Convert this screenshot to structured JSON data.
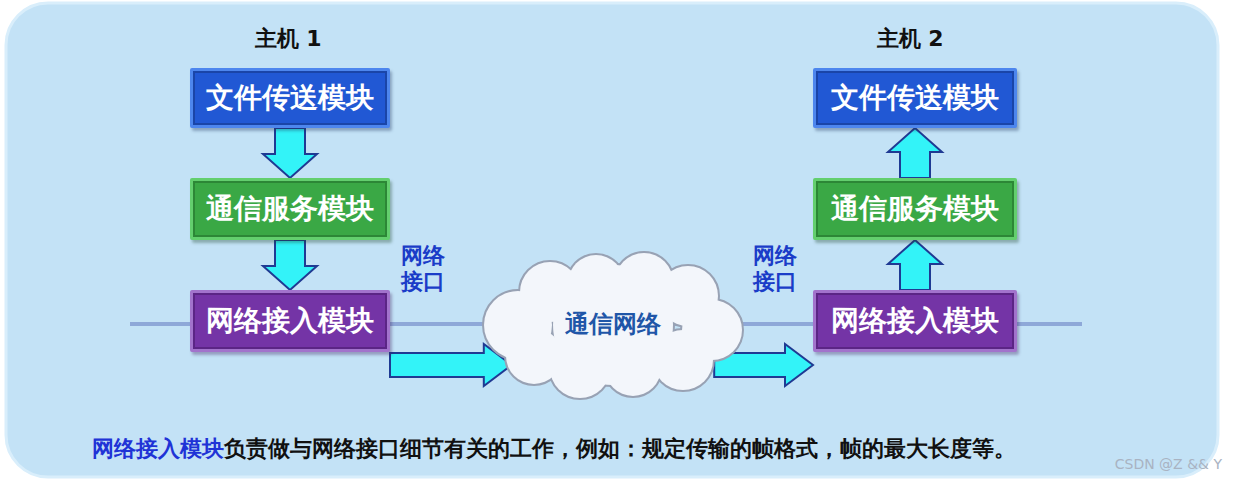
{
  "diagram": {
    "nodes": [
      {
        "text": [
          "文件传送模块"
        ]
      },
      {
        "text": [
          "通信服务模块"
        ]
      },
      {
        "text": [
          "网络接入模块"
        ]
      },
      {
        "text": [
          "通信网络"
        ]
      },
      {
        "text": [
          "文件传送模块"
        ]
      },
      {
        "text": [
          "通信服务模块"
        ]
      },
      {
        "text": [
          "网络接入模块"
        ]
      }
    ],
    "edges": [
      {
        "from": 0,
        "to": 1,
        "arrow": "to"
      },
      {
        "from": 1,
        "to": 2,
        "arrow": "to"
      },
      {
        "from": 2,
        "to": 3,
        "arrow": "to"
      },
      {
        "from": 3,
        "to": 6,
        "arrow": "to"
      },
      {
        "from": 6,
        "to": 5,
        "arrow": "to"
      },
      {
        "from": 5,
        "to": 4,
        "arrow": "to"
      }
    ],
    "labels": [
      "主机 1",
      "主机 2",
      "网络 接口",
      "网络 接口",
      "网络接入模块",
      "负责做与网络接口细节有关的工作，例如：规定传输的帧格式，帧的最大长度等。",
      "CSDN @Z && Y"
    ]
  }
}
